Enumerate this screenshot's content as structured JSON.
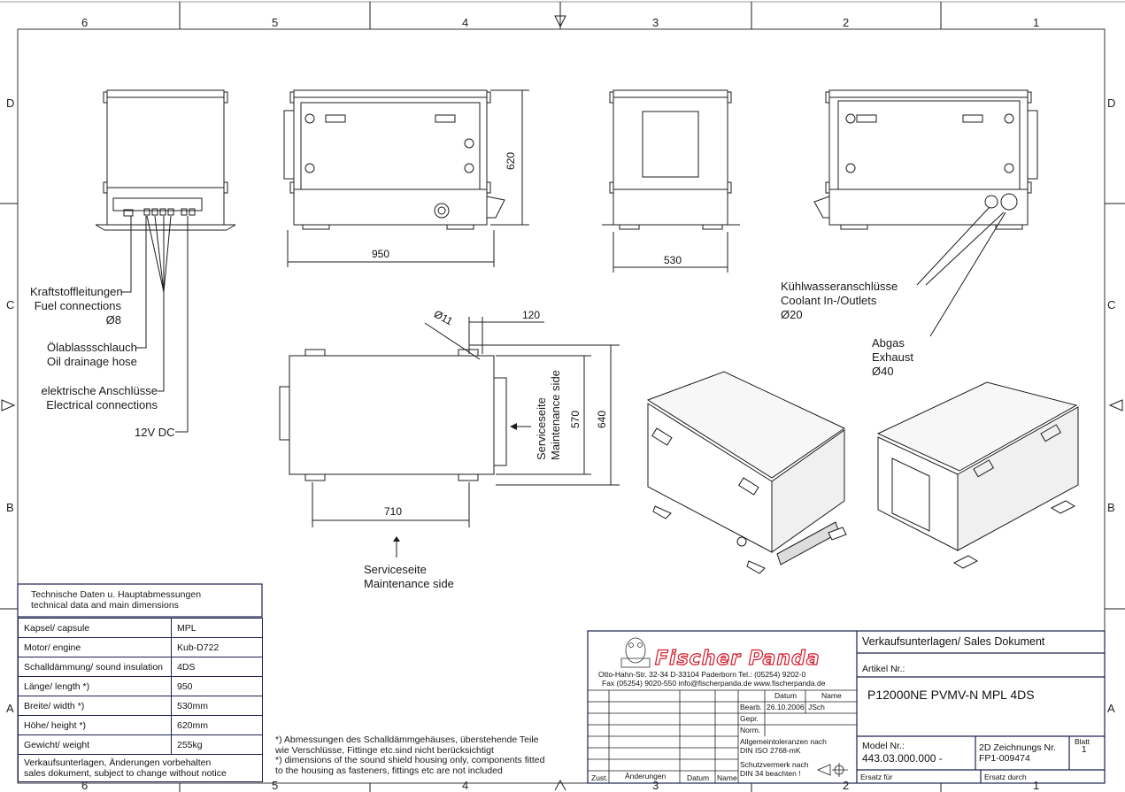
{
  "grid": {
    "top": [
      "6",
      "5",
      "4",
      "3",
      "2",
      "1"
    ],
    "bottom": [
      "6",
      "5",
      "4",
      "3",
      "2",
      "1"
    ],
    "left": [
      "D",
      "C",
      "B",
      "A"
    ],
    "right": [
      "D",
      "C",
      "B",
      "A"
    ]
  },
  "dims": {
    "d950": "950",
    "d530": "530",
    "d620": "620",
    "d120": "120",
    "d11": "Ø11",
    "d570": "570",
    "d640": "640",
    "d710": "710"
  },
  "labels": {
    "fuel": [
      "Kraftstoffleitungen",
      "Fuel connections",
      "Ø8"
    ],
    "oil": [
      "Öl­ablassschlauch",
      "Oil drainage hose"
    ],
    "elec": [
      "elektrische Anschlüsse",
      "Electrical connections"
    ],
    "dc": "12V DC",
    "coolant": [
      "Kühlwasseranschlüsse",
      "Coolant In-/Outlets",
      "Ø20"
    ],
    "exhaust": [
      "Abgas",
      "Exhaust",
      "Ø40"
    ],
    "service_bottom": [
      "Serviceseite",
      "Maintenance side"
    ],
    "service_side": [
      "Serviceseite",
      "Maintenance side"
    ]
  },
  "tech": {
    "title": [
      "Technische Daten u. Hauptabmessungen",
      "technical data and main dimensions"
    ],
    "rows": [
      {
        "k": "Kapsel/ capsule",
        "v": "MPL"
      },
      {
        "k": "Motor/ engine",
        "v": "Kub-D722"
      },
      {
        "k": "Schalldämmung/ sound insulation",
        "v": "4DS"
      },
      {
        "k": "Länge/ length *)",
        "v": "950"
      },
      {
        "k": "Breite/ width *)",
        "v": "530mm"
      },
      {
        "k": "Höhe/ height *)",
        "v": "620mm"
      },
      {
        "k": "Gewicht/ weight",
        "v": "255kg"
      }
    ],
    "footer": [
      "Verkaufsunterlagen, Änderungen vorbehalten",
      "sales dokument, subject to change without notice"
    ]
  },
  "note": [
    "*) Abmessungen des Schalldämmgehäuses, überstehende Teile",
    "wie Verschlüsse, Fittinge etc.sind nicht berücksichtigt",
    "*) dimensions of the sound shield housing only, components fitted",
    "to the housing as fasteners, fittings etc are not included"
  ],
  "titleblock": {
    "brand": "Fischer Panda",
    "address": "Otto-Hahn-Str. 32-34   D-33104 Paderborn   Tel.: (05254) 9202-0",
    "contact": "Fax (05254) 9020-550   info@fischerpanda.de   www.fischerpanda.de",
    "datum": "Datum",
    "name": "Name",
    "bearb": "Bearb.",
    "bearb_date": "26.10.2006",
    "bearb_name": "JSch",
    "gepr": "Gepr.",
    "norm": "Norm.",
    "tol1": "Allgemeintoleranzen nach",
    "tol2": "DIN ISO 2768-mK",
    "prot1": "Schutzvermerk nach",
    "prot2": "DIN 34 beachten !",
    "zust": "Zust.",
    "aend": "Änderungen",
    "datum2": "Datum",
    "name2": "Name",
    "sales": "Verkaufsunterlagen/ Sales Dokument",
    "artikel": "Artikel Nr.:",
    "product": "P12000NE PVMV-N MPL 4DS",
    "model_lbl": "Model Nr.:",
    "model": "443.03.000.000 -",
    "draw_lbl": "2D Zeichnungs Nr.",
    "draw": "FP1-009474",
    "blatt": "Blatt",
    "blatt_no": "1",
    "ersatz_fuer": "Ersatz für",
    "ersatz_durch": "Ersatz durch"
  }
}
